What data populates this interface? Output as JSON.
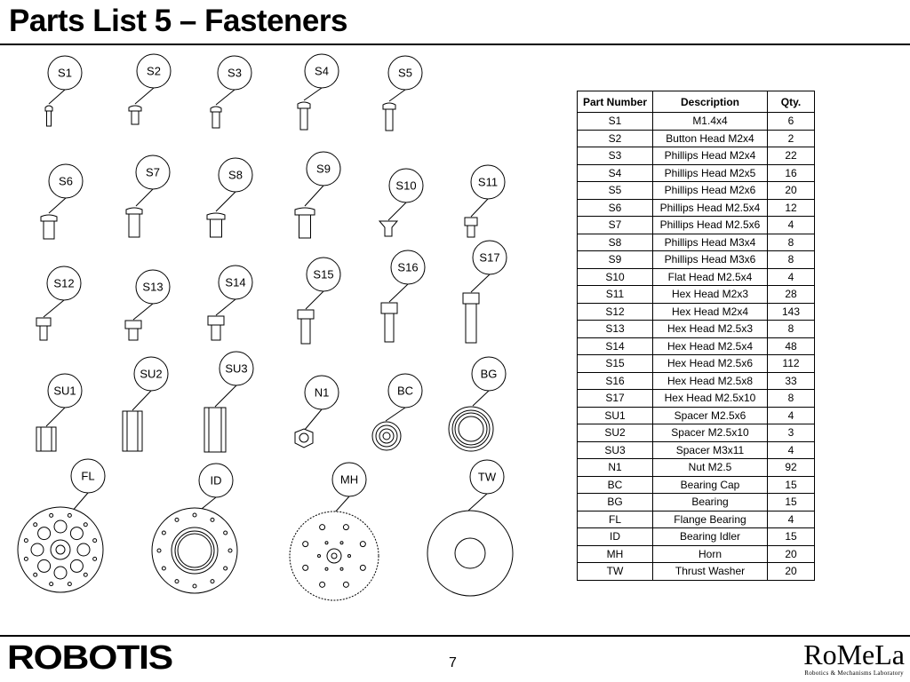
{
  "page": {
    "title": "Parts List 5 – Fasteners",
    "page_number": "7"
  },
  "logos": {
    "left": "ROBOTIS",
    "right": "RoMeLa",
    "right_sub": "Robotics & Mechanisms Laboratory"
  },
  "callouts": [
    "S1",
    "S2",
    "S3",
    "S4",
    "S5",
    "S6",
    "S7",
    "S8",
    "S9",
    "S10",
    "S11",
    "S12",
    "S13",
    "S14",
    "S15",
    "S16",
    "S17",
    "SU1",
    "SU2",
    "SU3",
    "N1",
    "BC",
    "BG",
    "FL",
    "ID",
    "MH",
    "TW"
  ],
  "table": {
    "headers": [
      "Part Number",
      "Description",
      "Qty."
    ],
    "rows": [
      [
        "S1",
        "M1.4x4",
        "6"
      ],
      [
        "S2",
        "Button Head M2x4",
        "2"
      ],
      [
        "S3",
        "Phillips Head M2x4",
        "22"
      ],
      [
        "S4",
        "Phillips Head M2x5",
        "16"
      ],
      [
        "S5",
        "Phillips Head M2x6",
        "20"
      ],
      [
        "S6",
        "Phillips Head M2.5x4",
        "12"
      ],
      [
        "S7",
        "Phillips Head M2.5x6",
        "4"
      ],
      [
        "S8",
        "Phillips Head M3x4",
        "8"
      ],
      [
        "S9",
        "Phillips Head M3x6",
        "8"
      ],
      [
        "S10",
        "Flat Head M2.5x4",
        "4"
      ],
      [
        "S11",
        "Hex Head M2x3",
        "28"
      ],
      [
        "S12",
        "Hex Head M2x4",
        "143"
      ],
      [
        "S13",
        "Hex Head M2.5x3",
        "8"
      ],
      [
        "S14",
        "Hex Head M2.5x4",
        "48"
      ],
      [
        "S15",
        "Hex Head M2.5x6",
        "112"
      ],
      [
        "S16",
        "Hex Head M2.5x8",
        "33"
      ],
      [
        "S17",
        "Hex Head M2.5x10",
        "8"
      ],
      [
        "SU1",
        "Spacer M2.5x6",
        "4"
      ],
      [
        "SU2",
        "Spacer M2.5x10",
        "3"
      ],
      [
        "SU3",
        "Spacer M3x11",
        "4"
      ],
      [
        "N1",
        "Nut M2.5",
        "92"
      ],
      [
        "BC",
        "Bearing Cap",
        "15"
      ],
      [
        "BG",
        "Bearing",
        "15"
      ],
      [
        "FL",
        "Flange Bearing",
        "4"
      ],
      [
        "ID",
        "Bearing Idler",
        "15"
      ],
      [
        "MH",
        "Horn",
        "20"
      ],
      [
        "TW",
        "Thrust Washer",
        "20"
      ]
    ]
  }
}
